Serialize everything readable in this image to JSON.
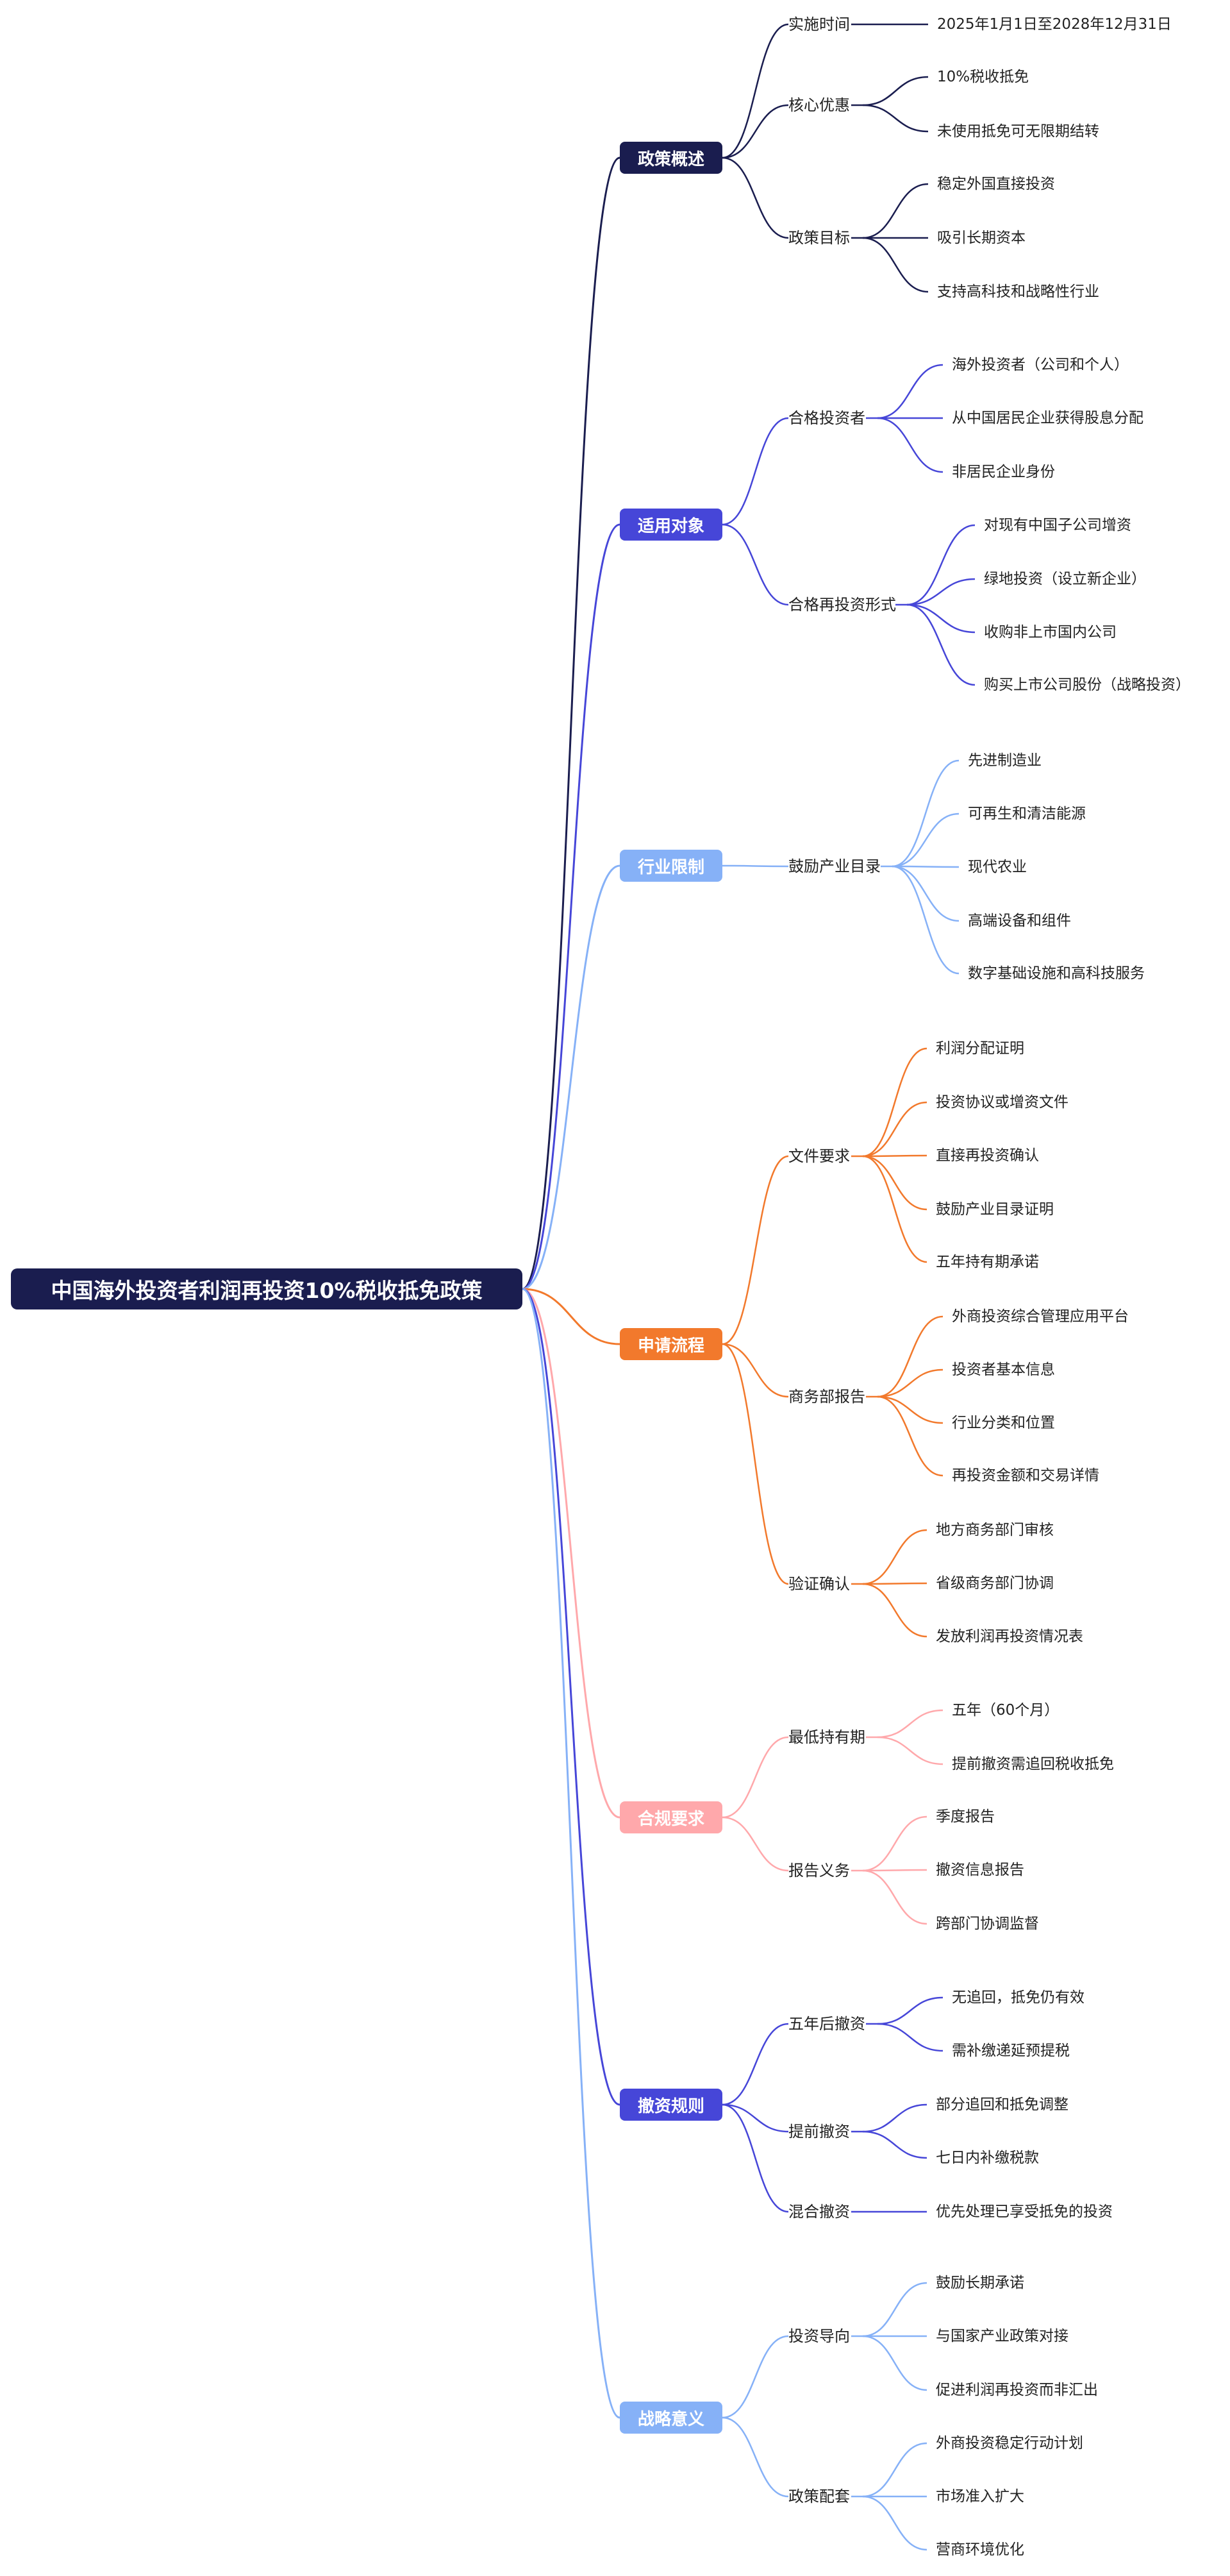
{
  "root": "中国海外投资者利润再投资10%税收抵免政策",
  "branches": [
    {
      "label": "政策概述",
      "color": "#1a1d4f",
      "subs": [
        {
          "label": "实施时间",
          "leaves": [
            "2025年1月1日至2028年12月31日"
          ]
        },
        {
          "label": "核心优惠",
          "leaves": [
            "10%税收抵免",
            "未使用抵免可无限期结转"
          ]
        },
        {
          "label": "政策目标",
          "leaves": [
            "稳定外国直接投资",
            "吸引长期资本",
            "支持高科技和战略性行业"
          ]
        }
      ]
    },
    {
      "label": "适用对象",
      "color": "#4646d8",
      "subs": [
        {
          "label": "合格投资者",
          "leaves": [
            "海外投资者（公司和个人）",
            "从中国居民企业获得股息分配",
            "非居民企业身份"
          ]
        },
        {
          "label": "合格再投资形式",
          "leaves": [
            "对现有中国子公司增资",
            "绿地投资（设立新企业）",
            "收购非上市国内公司",
            "购买上市公司股份（战略投资）"
          ]
        }
      ]
    },
    {
      "label": "行业限制",
      "color": "#86b1f7",
      "subs": [
        {
          "label": "鼓励产业目录",
          "leaves": [
            "先进制造业",
            "可再生和清洁能源",
            "现代农业",
            "高端设备和组件",
            "数字基础设施和高科技服务"
          ]
        }
      ]
    },
    {
      "label": "申请流程",
      "color": "#f2792c",
      "subs": [
        {
          "label": "文件要求",
          "leaves": [
            "利润分配证明",
            "投资协议或增资文件",
            "直接再投资确认",
            "鼓励产业目录证明",
            "五年持有期承诺"
          ]
        },
        {
          "label": "商务部报告",
          "leaves": [
            "外商投资综合管理应用平台",
            "投资者基本信息",
            "行业分类和位置",
            "再投资金额和交易详情"
          ]
        },
        {
          "label": "验证确认",
          "leaves": [
            "地方商务部门审核",
            "省级商务部门协调",
            "发放利润再投资情况表"
          ]
        }
      ]
    },
    {
      "label": "合规要求",
      "color": "#ffa8ab",
      "subs": [
        {
          "label": "最低持有期",
          "leaves": [
            "五年（60个月）",
            "提前撤资需追回税收抵免"
          ]
        },
        {
          "label": "报告义务",
          "leaves": [
            "季度报告",
            "撤资信息报告",
            "跨部门协调监督"
          ]
        }
      ]
    },
    {
      "label": "撤资规则",
      "color": "#4646d8",
      "subs": [
        {
          "label": "五年后撤资",
          "leaves": [
            "无追回，抵免仍有效",
            "需补缴递延预提税"
          ]
        },
        {
          "label": "提前撤资",
          "leaves": [
            "部分追回和抵免调整",
            "七日内补缴税款"
          ]
        },
        {
          "label": "混合撤资",
          "leaves": [
            "优先处理已享受抵免的投资"
          ]
        }
      ]
    },
    {
      "label": "战略意义",
      "color": "#86b1f7",
      "subs": [
        {
          "label": "投资导向",
          "leaves": [
            "鼓励长期承诺",
            "与国家产业政策对接",
            "促进利润再投资而非汇出"
          ]
        },
        {
          "label": "政策配套",
          "leaves": [
            "外商投资稳定行动计划",
            "市场准入扩大",
            "营商环境优化"
          ]
        }
      ]
    }
  ]
}
